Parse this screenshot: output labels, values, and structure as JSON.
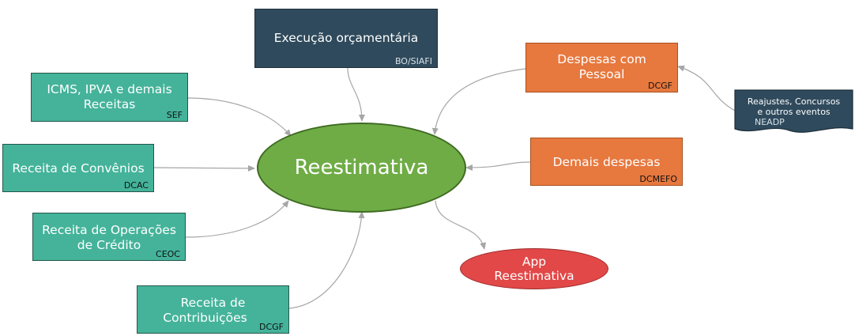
{
  "center": {
    "label": "Reestimativa"
  },
  "app": {
    "line1": "App",
    "line2": "Reestimativa"
  },
  "execucao": {
    "label": "Execução orçamentária",
    "tag": "BO/SIAFI"
  },
  "icms": {
    "line1": "ICMS, IPVA e demais",
    "line2": "Receitas",
    "tag": "SEF"
  },
  "convenios": {
    "label": "Receita de Convênios",
    "tag": "DCAC"
  },
  "operacoes": {
    "line1": "Receita de Operações",
    "line2": "de Crédito",
    "tag": "CEOC"
  },
  "contribuicoes": {
    "line1": "Receita de",
    "line2": "Contribuições",
    "tag": "DCGF"
  },
  "pessoal": {
    "line1": "Despesas com",
    "line2": "Pessoal",
    "tag": "DCGF"
  },
  "demais": {
    "label": "Demais despesas",
    "tag": "DCMEFO"
  },
  "reajustes": {
    "line1": "Reajustes, Concursos",
    "line2": "e outros eventos",
    "tag": "NEADP"
  },
  "colors": {
    "source_box": "#44b39a",
    "expense_box": "#e7783e",
    "top_box": "#2f4a5c",
    "center_ellipse": "#6fac46",
    "app_ellipse": "#e24848",
    "connector": "#a6a6a6"
  }
}
